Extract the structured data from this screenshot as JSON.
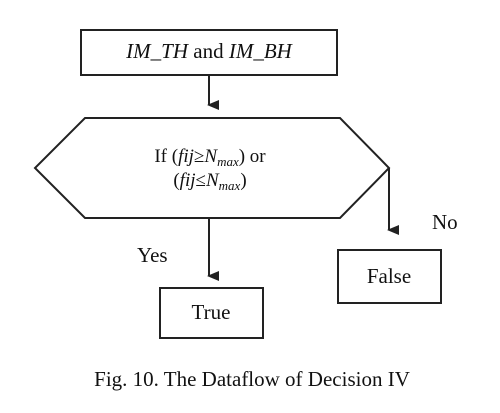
{
  "start_box": {
    "part1": "IM_TH",
    "part2": " and ",
    "part3": "IM_BH"
  },
  "decision": {
    "line1": {
      "pre": "If (",
      "var1": "fij",
      "op1": "≥",
      "n1": "N",
      "sub1": "max",
      "post1": ") or"
    },
    "line2": {
      "pre": "(",
      "var1": "fij",
      "op1": "≤",
      "n1": "N",
      "sub1": "max",
      "post1": ")"
    }
  },
  "branches": {
    "yes_label": "Yes",
    "no_label": "No"
  },
  "outcomes": {
    "true_label": "True",
    "false_label": "False"
  },
  "caption": "Fig. 10. The Dataflow of Decision IV"
}
